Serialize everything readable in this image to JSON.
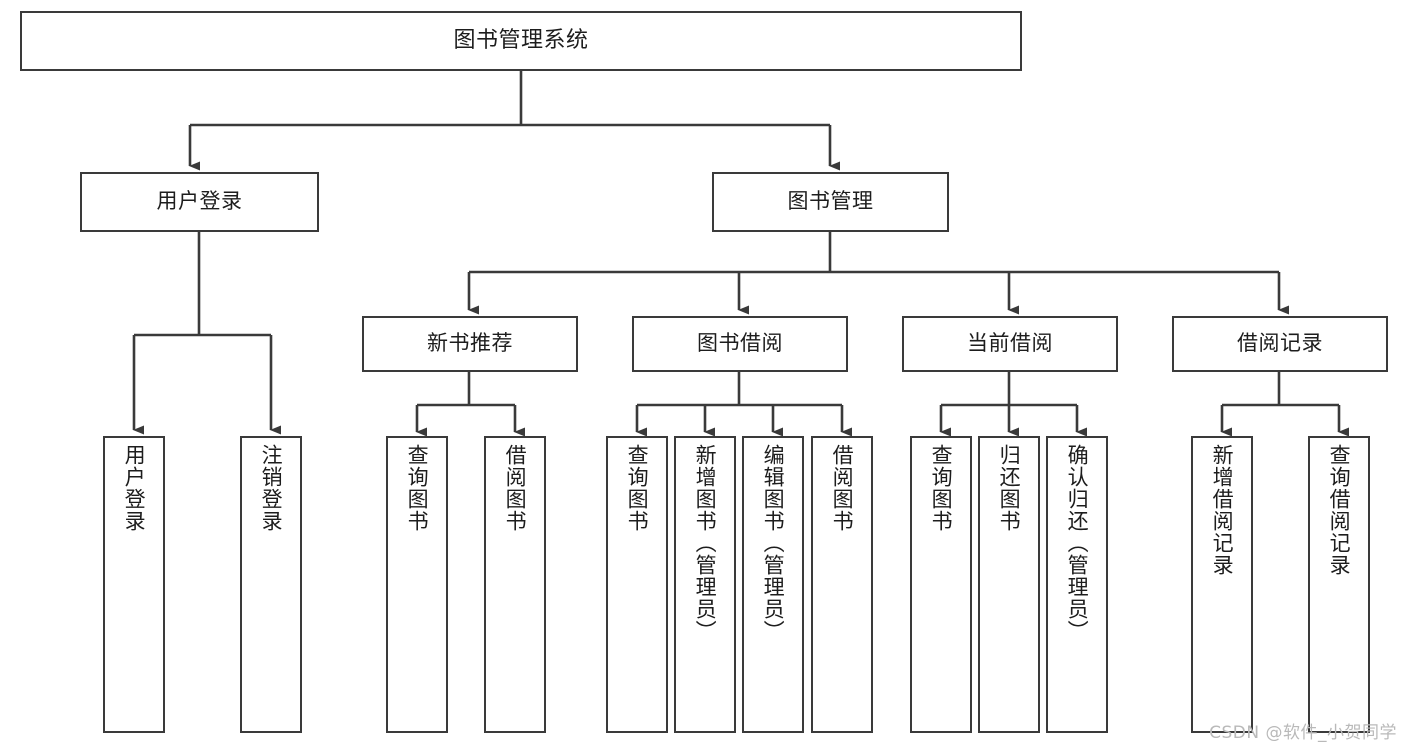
{
  "diagram": {
    "title": "图书管理系统",
    "type": "tree-hierarchy",
    "watermark": "CSDN @软件_小贺同学",
    "colors": {
      "background": "#ffffff",
      "node_border": "#3a3a3a",
      "node_fill": "#ffffff",
      "edge": "#3a3a3a",
      "text": "#1d1d1d",
      "watermark": "#b9b9b9"
    },
    "levels": {
      "root": {
        "label": "图书管理系统"
      },
      "level2": [
        {
          "id": "user-login",
          "label": "用户登录"
        },
        {
          "id": "book-manage",
          "label": "图书管理"
        }
      ],
      "level3": [
        {
          "id": "new-book-recommend",
          "label": "新书推荐"
        },
        {
          "id": "book-borrow",
          "label": "图书借阅"
        },
        {
          "id": "current-borrow",
          "label": "当前借阅"
        },
        {
          "id": "borrow-record",
          "label": "借阅记录"
        }
      ],
      "leaves": [
        {
          "id": "leaf-user-login",
          "label": "用户登录",
          "parent": "user-login"
        },
        {
          "id": "leaf-logout-login",
          "label": "注销登录",
          "parent": "user-login"
        },
        {
          "id": "leaf-query-book-1",
          "label": "查询图书",
          "parent": "new-book-recommend"
        },
        {
          "id": "leaf-borrow-book-1",
          "label": "借阅图书",
          "parent": "new-book-recommend"
        },
        {
          "id": "leaf-query-book-2",
          "label": "查询图书",
          "parent": "book-borrow"
        },
        {
          "id": "leaf-add-book",
          "label": "新增图书（管理员）",
          "parent": "book-borrow"
        },
        {
          "id": "leaf-edit-book",
          "label": "编辑图书（管理员）",
          "parent": "book-borrow"
        },
        {
          "id": "leaf-borrow-book-2",
          "label": "借阅图书",
          "parent": "book-borrow"
        },
        {
          "id": "leaf-query-book-3",
          "label": "查询图书",
          "parent": "current-borrow"
        },
        {
          "id": "leaf-return-book",
          "label": "归还图书",
          "parent": "current-borrow"
        },
        {
          "id": "leaf-confirm-return",
          "label": "确认归还（管理员）",
          "parent": "current-borrow"
        },
        {
          "id": "leaf-add-record",
          "label": "新增借阅记录",
          "parent": "borrow-record"
        },
        {
          "id": "leaf-query-record",
          "label": "查询借阅记录",
          "parent": "borrow-record"
        }
      ]
    }
  }
}
